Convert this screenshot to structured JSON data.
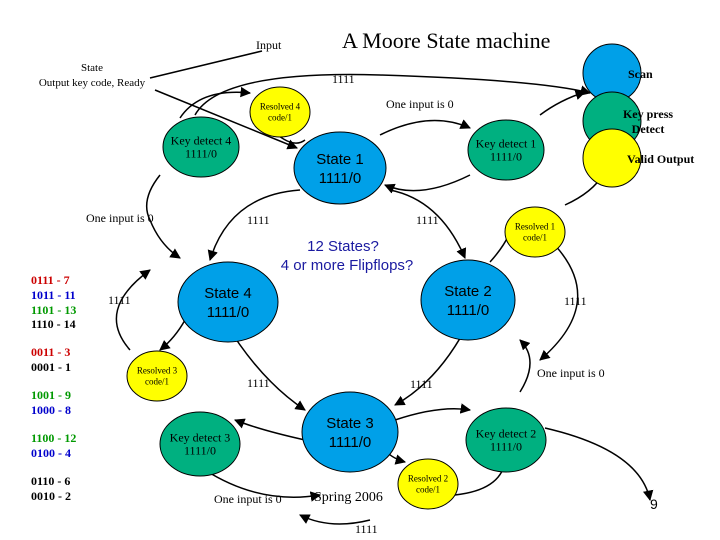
{
  "title": "A Moore State machine",
  "input_label": "Input",
  "state_output_label": [
    "State",
    "Output key code, Ready"
  ],
  "legend": [
    {
      "name": "Scan",
      "color": "#00a0e8"
    },
    {
      "name": "Key press Detect",
      "lines": [
        "Key press",
        "Detect"
      ],
      "color": "#00b080"
    },
    {
      "name": "Valid Output",
      "color": "#ffff00"
    }
  ],
  "states": [
    {
      "id": "state1",
      "lines": [
        "State 1",
        "1111/0"
      ],
      "color": "#00a0e8"
    },
    {
      "id": "state2",
      "lines": [
        "State 2",
        "1111/0"
      ],
      "color": "#00a0e8"
    },
    {
      "id": "state3",
      "lines": [
        "State 3",
        "1111/0"
      ],
      "color": "#00a0e8"
    },
    {
      "id": "state4",
      "lines": [
        "State 4",
        "1111/0"
      ],
      "color": "#00a0e8"
    },
    {
      "id": "keydetect1",
      "lines": [
        "Key detect 1",
        "1111/0"
      ],
      "color": "#00b080"
    },
    {
      "id": "keydetect2",
      "lines": [
        "Key detect 2",
        "1111/0"
      ],
      "color": "#00b080"
    },
    {
      "id": "keydetect3",
      "lines": [
        "Key detect 3",
        "1111/0"
      ],
      "color": "#00b080"
    },
    {
      "id": "keydetect4",
      "lines": [
        "Key detect 4",
        "1111/0"
      ],
      "color": "#00b080"
    },
    {
      "id": "resolved1",
      "lines": [
        "Resolved 1",
        "code/1"
      ],
      "color": "#ffff00"
    },
    {
      "id": "resolved2",
      "lines": [
        "Resolved 2",
        "code/1"
      ],
      "color": "#ffff00"
    },
    {
      "id": "resolved3",
      "lines": [
        "Resolved 3",
        "code/1"
      ],
      "color": "#ffff00"
    },
    {
      "id": "resolved4",
      "lines": [
        "Resolved 4",
        "code/1"
      ],
      "color": "#ffff00"
    }
  ],
  "edge_labels": {
    "e1111_top": "1111",
    "one_input_top": "One input is 0",
    "one_input_left": "One input is 0",
    "e1111_upper_left": "1111",
    "e1111_upper_right": "1111",
    "e1111_left": "1111",
    "e1111_right": "1111",
    "one_input_right": "One input is 0",
    "e1111_lower_left": "1111",
    "e1111_lower_right": "1111",
    "one_input_bottom": "One input is 0",
    "e1111_bottom": "1111"
  },
  "center_note": [
    "12 States?",
    "4 or more Flipflops?"
  ],
  "key_codes": [
    {
      "text": "0111 - 7",
      "color": "#cc0000"
    },
    {
      "text": "1011 - 11",
      "color": "#0000cc"
    },
    {
      "text": "1101 - 13",
      "color": "#009900"
    },
    {
      "text": "1110 - 14",
      "color": "#000000"
    },
    {
      "text": "0011 - 3",
      "color": "#cc0000"
    },
    {
      "text": "0001 - 1",
      "color": "#000000"
    },
    {
      "text": "1001 - 9",
      "color": "#009900"
    },
    {
      "text": "1000 - 8",
      "color": "#0000cc"
    },
    {
      "text": "1100 - 12",
      "color": "#009900"
    },
    {
      "text": "0100 - 4",
      "color": "#0000cc"
    },
    {
      "text": "0110 - 6",
      "color": "#000000"
    },
    {
      "text": "0010 - 2",
      "color": "#000000"
    }
  ],
  "footer": "Spring 2006",
  "page_number": "9"
}
